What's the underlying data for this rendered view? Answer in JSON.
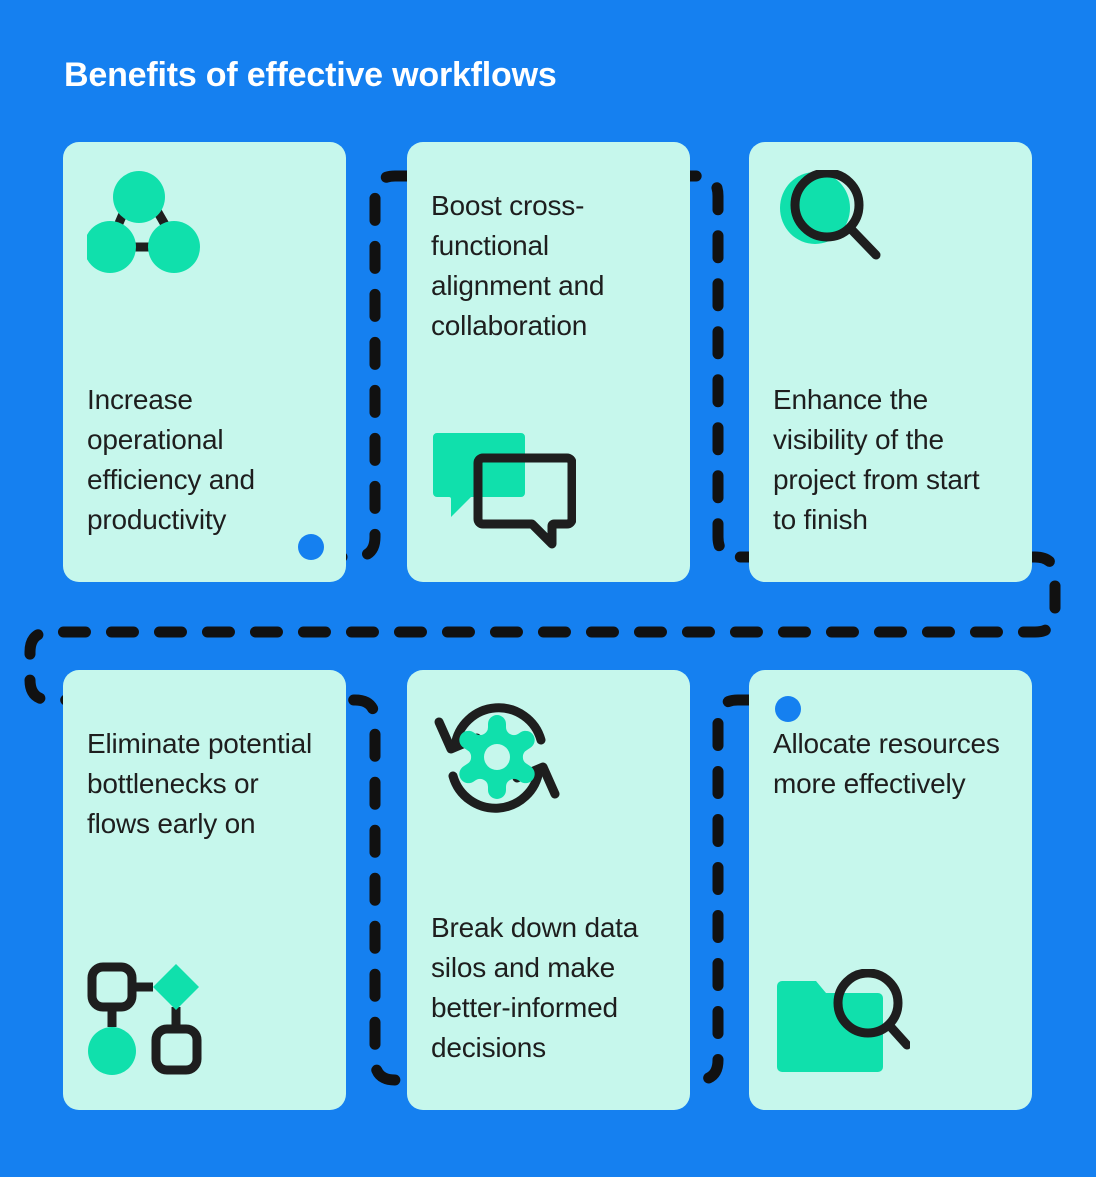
{
  "page": {
    "title": "Benefits of effective workflows",
    "background_color": "#1580F0",
    "card_background_color": "#C6F7EC",
    "accent_green": "#10E0AC",
    "accent_blue": "#1580F0",
    "text_color": "#1E1E1E",
    "title_color": "#FFFFFF",
    "connector_color": "#111111",
    "connector_style": "dashed"
  },
  "cards": [
    {
      "id": "increase-operational-efficiency",
      "text": "Increase operational efficiency and productivity",
      "icon": "network-nodes-icon",
      "icon_position": "top",
      "text_position": "bottom",
      "dot": "bottom-right",
      "dot_color": "#1580F0"
    },
    {
      "id": "boost-cross-functional-alignment",
      "text": "Boost cross-functional alignment and collaboration",
      "icon": "chat-bubbles-icon",
      "icon_position": "bottom",
      "text_position": "top",
      "dot": null,
      "dot_color": null
    },
    {
      "id": "enhance-project-visibility",
      "text": "Enhance the visibility of the project from start to finish",
      "icon": "magnifying-glass-icon",
      "icon_position": "top",
      "text_position": "bottom",
      "dot": null,
      "dot_color": null
    },
    {
      "id": "eliminate-bottlenecks",
      "text": "Eliminate potential bottlenecks or flows early on",
      "icon": "flowchart-nodes-icon",
      "icon_position": "bottom",
      "text_position": "top",
      "dot": null,
      "dot_color": null
    },
    {
      "id": "break-down-data-silos",
      "text": "Break down data silos and make better-informed decisions",
      "icon": "gear-refresh-icon",
      "icon_position": "top",
      "text_position": "bottom",
      "dot": null,
      "dot_color": null
    },
    {
      "id": "allocate-resources-effectively",
      "text": "Allocate resources more effectively",
      "icon": "folder-search-icon",
      "icon_position": "bottom",
      "text_position": "top",
      "dot": "top-left",
      "dot_color": "#1580F0"
    }
  ]
}
